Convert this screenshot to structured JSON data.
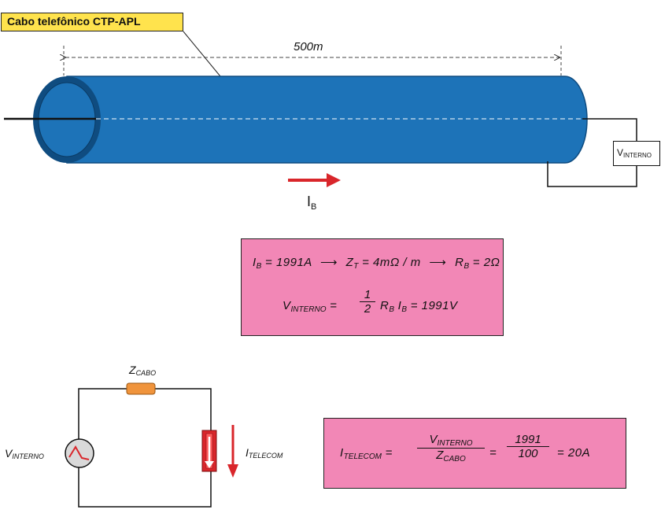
{
  "cable": {
    "label": "Cabo telefônico CTP-APL",
    "length": "500m",
    "current_label": "I",
    "current_sub": "B",
    "vbox_main": "V",
    "vbox_sub": "INTERNO"
  },
  "equations": {
    "line1": {
      "ib": "I",
      "ib_sub": "B",
      "ib_val": " = 1991A",
      "arrow1": "⟶",
      "zt": "Z",
      "zt_sub": "T",
      "zt_val": " = 4mΩ / m",
      "arrow2": "⟶",
      "rb": "R",
      "rb_sub": "B",
      "rb_val": " = 2Ω"
    },
    "line2": {
      "v": "V",
      "v_sub": "INTERNO",
      "eq": " =",
      "num": "1",
      "den": "2",
      "rb": "R",
      "rb_sub": "B",
      "ib": " I",
      "ib_sub": "B",
      "result": " = 1991V"
    },
    "line3": {
      "i": "I",
      "i_sub": "TELECOM",
      "eq1": " =",
      "num1": "V",
      "num1_sub": "INTERNO",
      "den1": "Z",
      "den1_sub": "CABO",
      "eq2": "=",
      "num2": "1991",
      "den2": "100",
      "result": "= 20A"
    }
  },
  "circuit": {
    "z_label": "Z",
    "z_sub": "CABO",
    "v_label": "V",
    "v_sub": "INTERNO",
    "i_label": "I",
    "i_sub": "TELECOM"
  },
  "colors": {
    "cable_blue": "#1d73b8",
    "cable_dark": "#0f4c80",
    "pink": "#f287b6",
    "yellow": "#ffe34d",
    "red_arrow": "#d9262b",
    "orange_resistor": "#f0943c"
  }
}
